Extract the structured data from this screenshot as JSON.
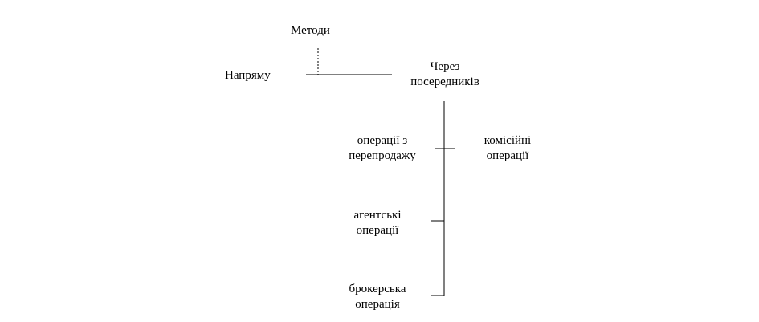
{
  "diagram": {
    "root": "Методи",
    "direct": "Напряму",
    "intermediary": {
      "line1": "Через",
      "line2": "посередників"
    },
    "resale": {
      "line1": "операції з",
      "line2": "перепродажу"
    },
    "commission": {
      "line1": "комісійні",
      "line2": "операції"
    },
    "agency": {
      "line1": "агентські",
      "line2": "операції"
    },
    "brokerage": {
      "line1": "брокерська",
      "line2": "операція"
    }
  }
}
